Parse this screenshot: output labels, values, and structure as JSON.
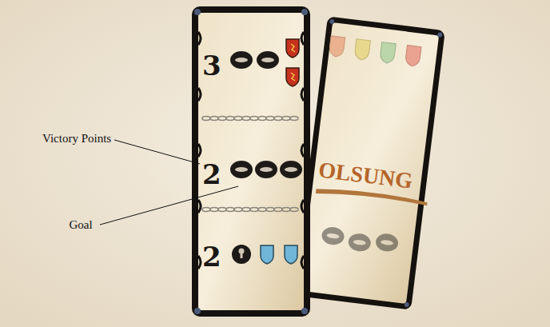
{
  "diagram": {
    "nodes": [
      {
        "text": [
          "3",
          "2",
          "2"
        ]
      },
      {
        "text": [
          "OLSUNG"
        ]
      }
    ],
    "labels": [
      "Victory Points",
      "Goal"
    ]
  }
}
